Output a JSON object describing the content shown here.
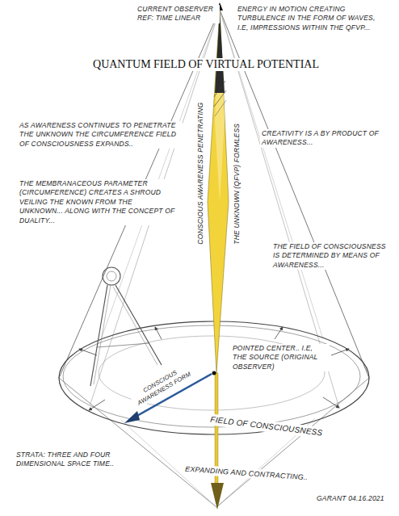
{
  "diagram": {
    "title": "QUANTUM FIELD OF VIRTUAL POTENTIAL",
    "labels": [
      "CURRENT OBSERVER REF: TIME LINEAR",
      "ENERGY IN MOTION CREATING TURBULENCE IN THE FORM OF WAVES, I.E, IMPRESSIONS WITHIN THE QFVP...",
      "AS AWARENESS CONTINUES TO PENETRATE THE UNKNOWN THE CIRCUMFERENCE FIELD OF CONSCIOUSNESS EXPANDS..",
      "CONSCIOUS AWARENESS PENETRATING",
      "THE UNKNOWN (QFVP) FORMLESS",
      "CREATIVITY IS A BY PRODUCT OF AWARENESS...",
      "THE MEMBRANACEOUS PARAMETER (CIRCUMFERENCE) CREATES A SHROUD VEILING THE KNOWN FROM THE UNKNOWN... ALONG WITH THE CONCEPT OF DUALITY...",
      "THE FIELD OF CONSCIOUSNESS IS DETERMINED BY MEANS OF AWARENESS...",
      "POINTED CENTER.. I.E, THE SOURCE (ORIGINAL OBSERVER)",
      "CONSCIOUS AWARENESS FORM",
      "FIELD OF CONSCIOUSNESS",
      "EXPANDING AND CONTRACTING..",
      "STRATA: THREE AND FOUR DIMENSIONAL SPACE TIME..",
      "GARANT 04.16.2021"
    ]
  }
}
